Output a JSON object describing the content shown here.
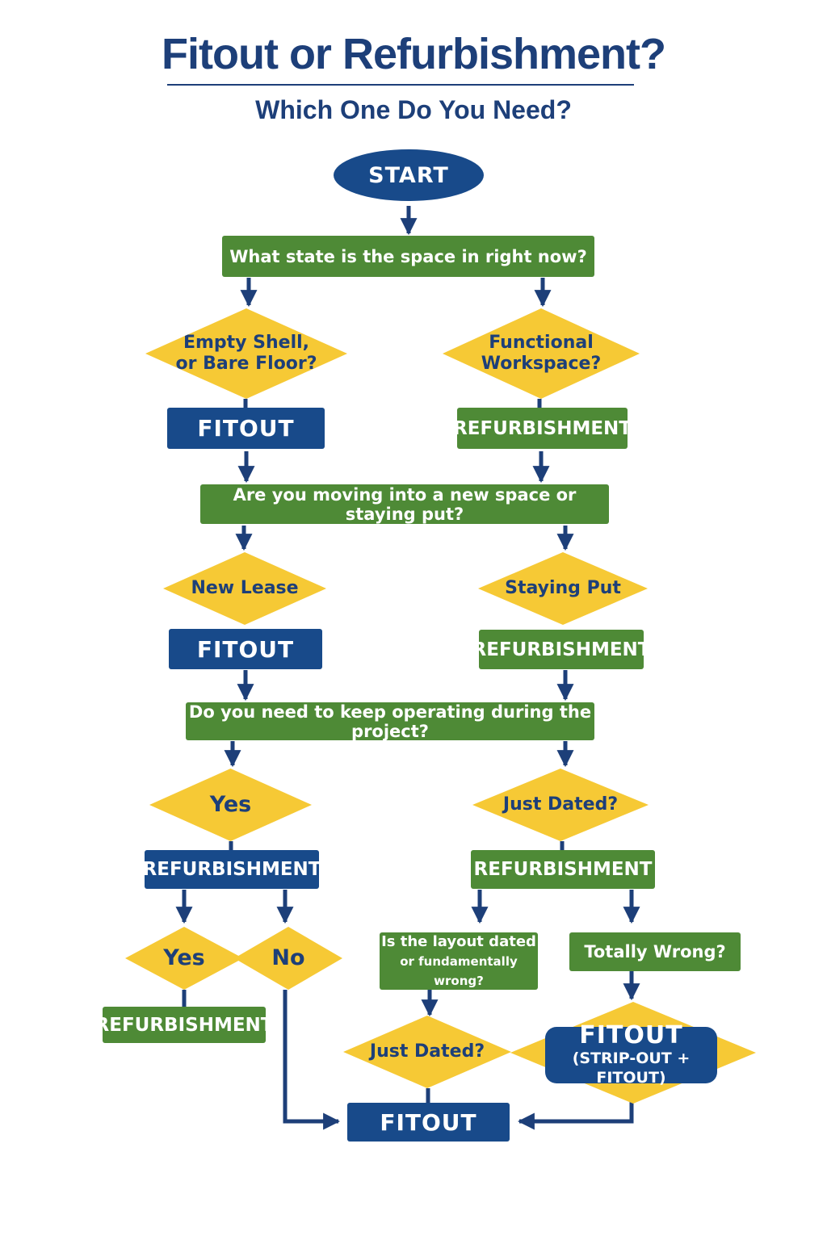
{
  "header": {
    "title": "Fitout or Refurbishment?",
    "subtitle": "Which One Do You Need?"
  },
  "colors": {
    "navy": "#184a8a",
    "green": "#4e8a36",
    "yellow": "#f6c935",
    "text_navy": "#1d3f79"
  },
  "flow": {
    "start": "START",
    "q1": "What state is the space in right now?",
    "d_empty": [
      "Empty Shell,",
      "or Bare Floor?"
    ],
    "d_functional": [
      "Functional",
      "Workspace?"
    ],
    "r1_left": "FITOUT",
    "r1_right": "REFURBISHMENT",
    "q2": "Are you moving into a new space or staying put?",
    "d_new_lease": "New Lease",
    "d_staying_put": "Staying Put",
    "r2_left": "FITOUT",
    "r2_right": "REFURBISHMENT",
    "q3": "Do you need to keep operating during the project?",
    "d_yes": "Yes",
    "d_just_dated_1": "Just Dated?",
    "r3_left": "REFURBISHMENT",
    "r3_right": "REFURBISHMENT",
    "d_yes_2": "Yes",
    "d_no": "No",
    "q_layout": [
      "Is the layout dated",
      "or fundamentally wrong?"
    ],
    "q_totally_wrong": "Totally Wrong?",
    "r4_left": "REFURBISHMENT",
    "d_just_dated_2": "Just Dated?",
    "final_fitout_main": "FITOUT",
    "final_fitout_sub": "(STRIP-OUT + FITOUT)",
    "final_fitout": "FITOUT"
  }
}
